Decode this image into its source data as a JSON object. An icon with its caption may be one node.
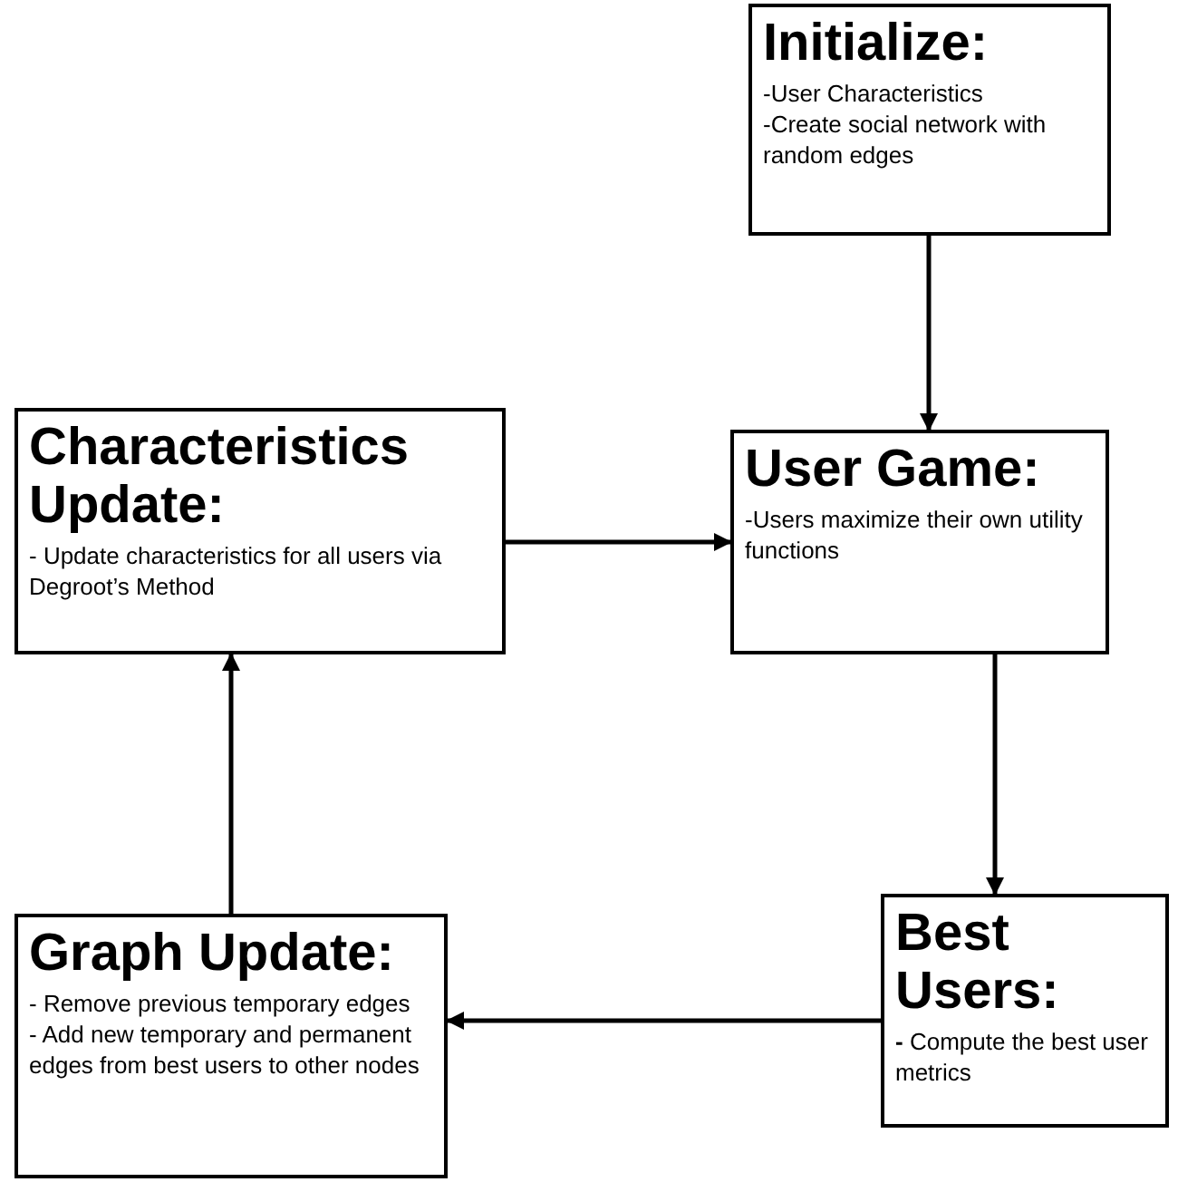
{
  "diagram": {
    "nodes": [
      {
        "text": [
          "Initialize:",
          "-User Characteristics",
          "-Create social network with random edges"
        ]
      },
      {
        "text": [
          "Characteristics Update:",
          "- Update characteristics for all users via Degroot’s Method"
        ]
      },
      {
        "text": [
          "User Game:",
          "-Users maximize their own utility functions"
        ]
      },
      {
        "text": [
          "Graph Update:",
          "- Remove previous temporary edges",
          "- Add new temporary and permanent edges from best users to other nodes"
        ]
      },
      {
        "text": [
          "Best Users:",
          "**-** Compute the best user metrics"
        ]
      }
    ],
    "edges": [
      {
        "from": 0,
        "to": 2,
        "arrow": "to"
      },
      {
        "from": 1,
        "to": 2,
        "arrow": "to"
      },
      {
        "from": 2,
        "to": 4,
        "arrow": "to"
      },
      {
        "from": 4,
        "to": 3,
        "arrow": "to"
      },
      {
        "from": 3,
        "to": 1,
        "arrow": "to"
      }
    ]
  }
}
